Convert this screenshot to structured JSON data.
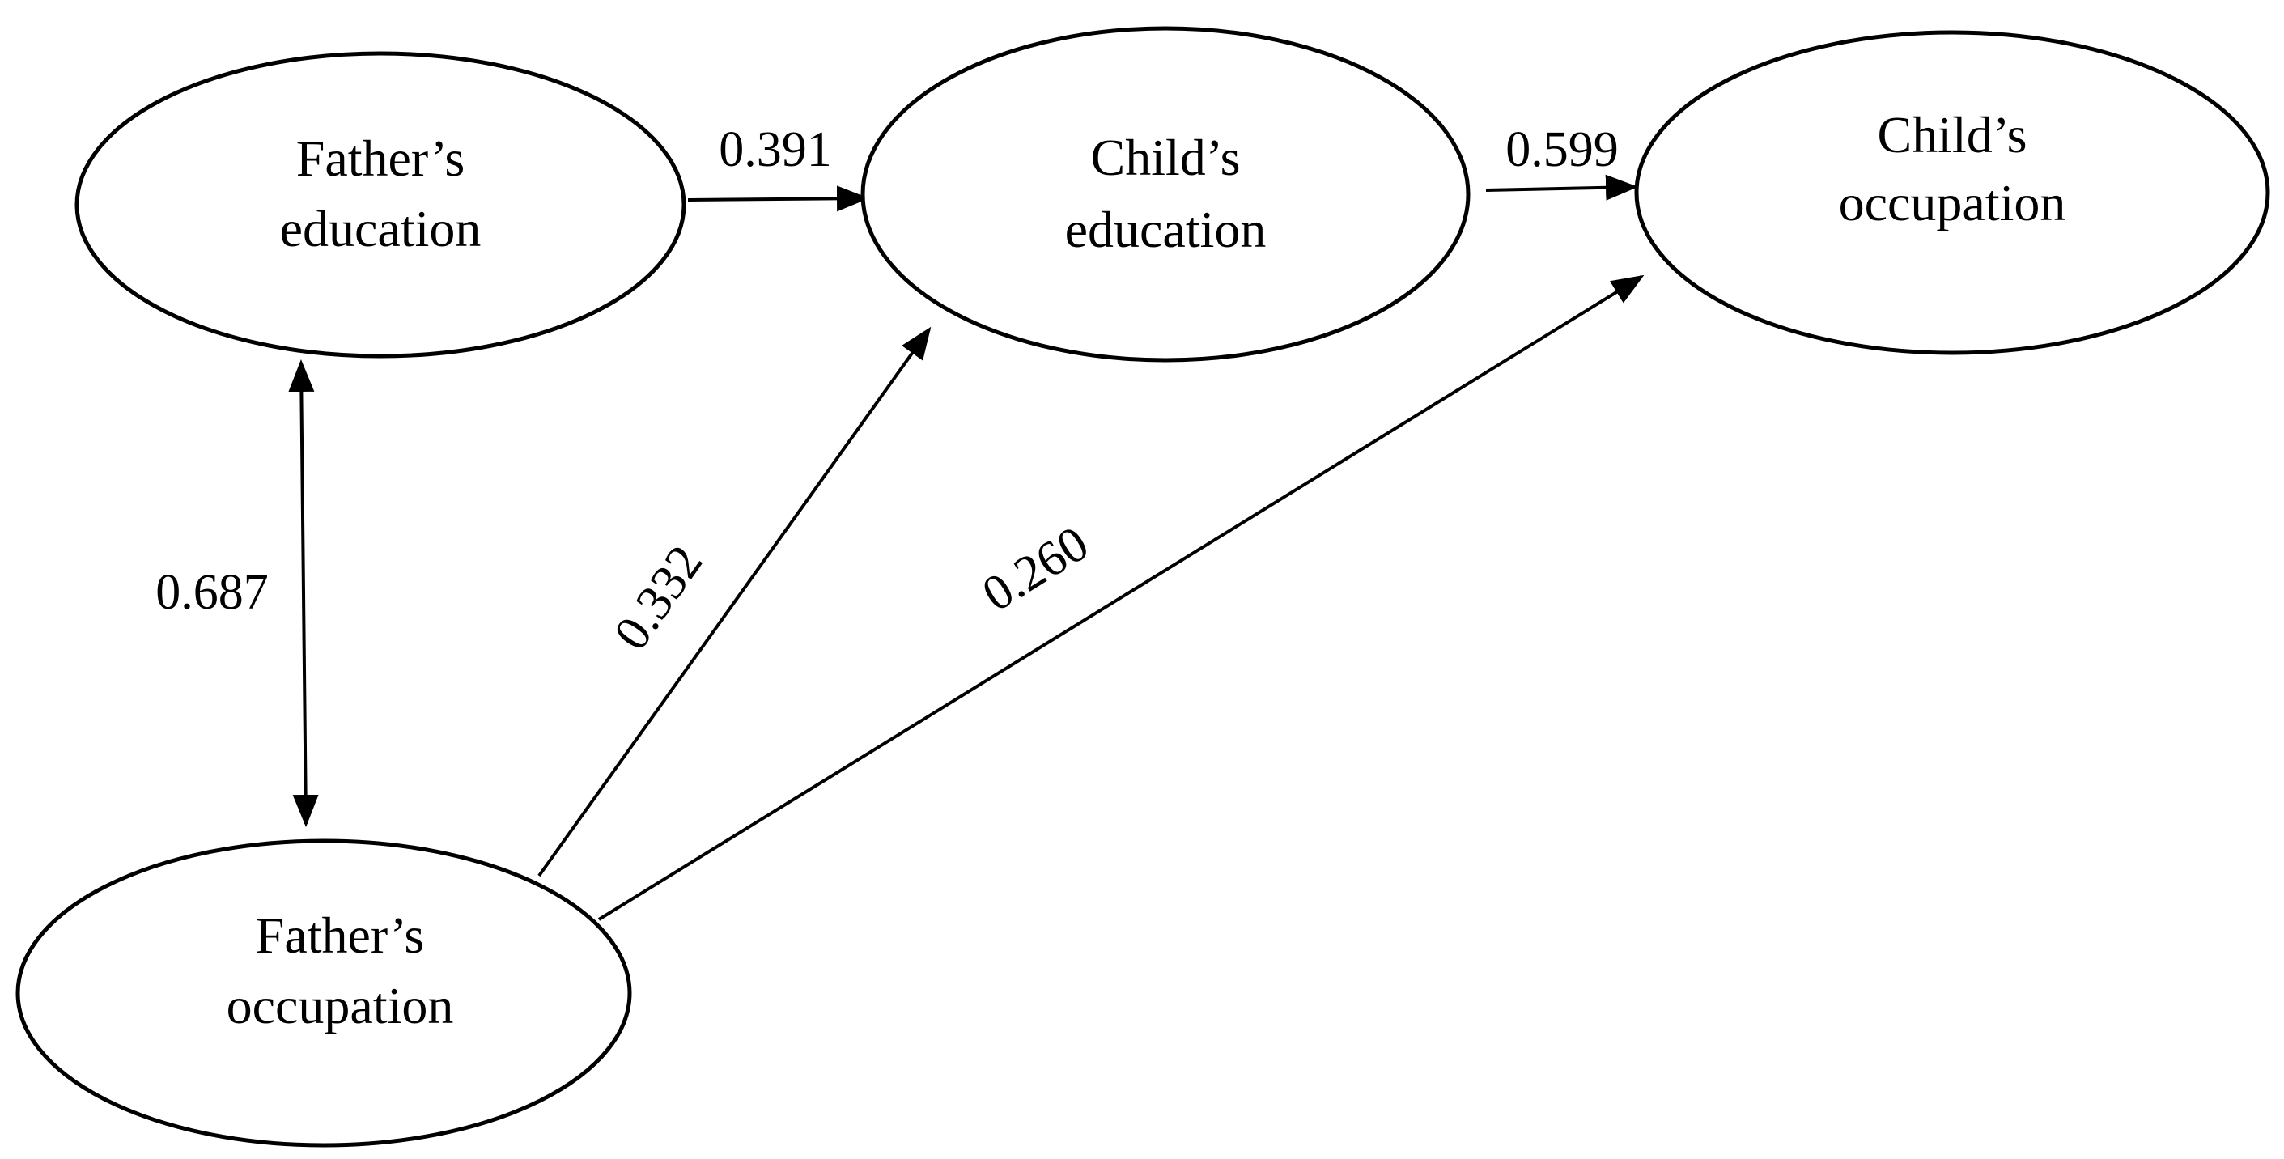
{
  "nodes": {
    "fathers_education": {
      "line1": "Father’s",
      "line2": "education"
    },
    "childs_education": {
      "line1": "Child’s",
      "line2": "education"
    },
    "childs_occupation": {
      "line1": "Child’s",
      "line2": "occupation"
    },
    "fathers_occupation": {
      "line1": "Father’s",
      "line2": "occupation"
    }
  },
  "edges": {
    "fe_to_ce": "0.391",
    "ce_to_co": "0.599",
    "fe_fo_correlation": "0.687",
    "fo_to_ce": "0.332",
    "fo_to_co": "0.260"
  }
}
